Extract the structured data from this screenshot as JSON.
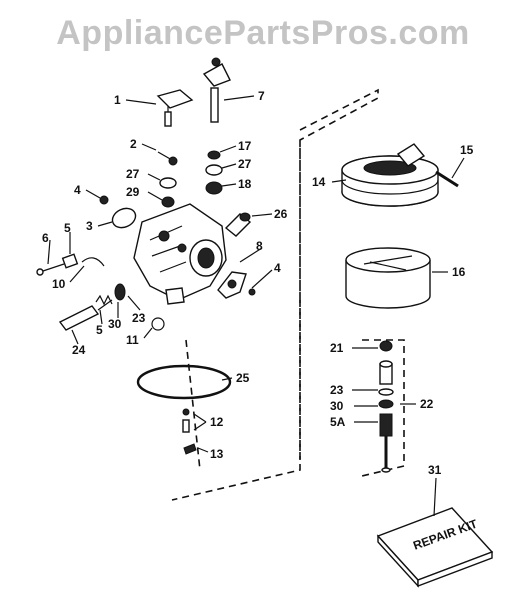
{
  "watermark": "AppliancePartsPros.com",
  "kit_label": "REPAIR KIT",
  "labels": {
    "l1": "1",
    "l2": "2",
    "l3": "3",
    "l4a": "4",
    "l4b": "4",
    "l5a": "5",
    "l5b": "5",
    "l5A": "5A",
    "l6": "6",
    "l7": "7",
    "l8": "8",
    "l10": "10",
    "l11": "11",
    "l12": "12",
    "l13": "13",
    "l14": "14",
    "l15": "15",
    "l16": "16",
    "l17": "17",
    "l18": "18",
    "l21": "21",
    "l22": "22",
    "l23a": "23",
    "l23b": "23",
    "l24": "24",
    "l25": "25",
    "l26": "26",
    "l27a": "27",
    "l27b": "27",
    "l29": "29",
    "l30a": "30",
    "l30b": "30",
    "l31": "31"
  }
}
